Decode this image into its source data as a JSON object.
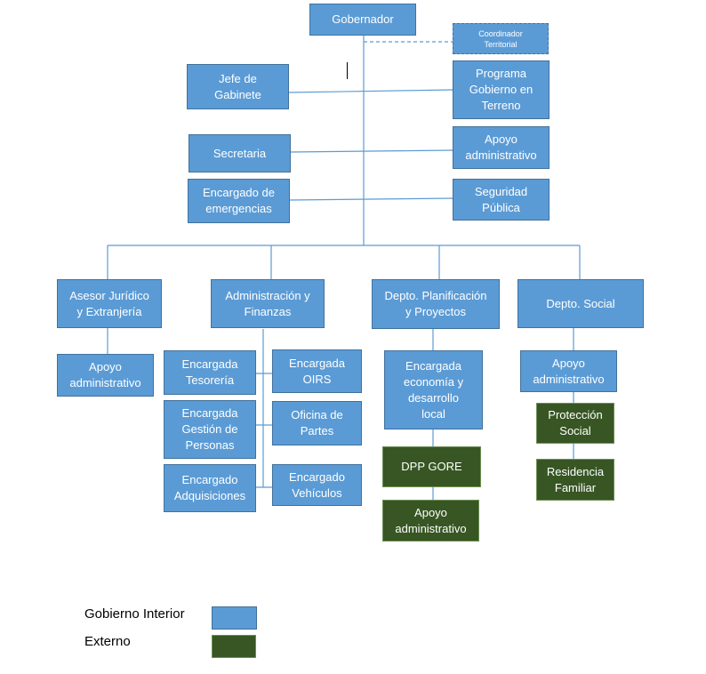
{
  "colors": {
    "interior": "#5b9bd5",
    "externo": "#375623",
    "line": "#5b9bd5"
  },
  "nodes": {
    "gobernador": "Gobernador",
    "coordinador": "Coordinador\nTerritorial",
    "jefe_gabinete": "Jefe de\nGabinete",
    "programa_gobierno": "Programa\nGobierno en\nTerreno",
    "secretaria": "Secretaria",
    "apoyo_admin_top": "Apoyo\nadministrativo",
    "encargado_emergencias": "Encargado de\nemergencias",
    "seguridad_publica": "Seguridad\nPública",
    "asesor_juridico": "Asesor Jurídico\ny Extranjería",
    "apoyo_admin_juridico": "Apoyo\nadministrativo",
    "administracion_finanzas": "Administración y\nFinanzas",
    "encargada_tesoreria": "Encargada\nTesorería",
    "encargada_oirs": "Encargada\nOIRS",
    "encargada_gestion_personas": "Encargada\nGestión de\nPersonas",
    "oficina_partes": "Oficina de\nPartes",
    "encargado_adquisiciones": "Encargado\nAdquisiciones",
    "encargado_vehiculos": "Encargado\nVehículos",
    "depto_planificacion": "Depto. Planificación\ny Proyectos",
    "encargada_economia": "Encargada\neconomía y\ndesarrollo\nlocal",
    "dpp_gore": "DPP GORE",
    "apoyo_admin_planificacion": "Apoyo\nadministrativo",
    "depto_social": "Depto. Social",
    "apoyo_admin_social": "Apoyo\nadministrativo",
    "proteccion_social": "Protección\nSocial",
    "residencia_familiar": "Residencia\nFamiliar"
  },
  "legend": [
    {
      "label": "Gobierno Interior",
      "color": "#5b9bd5"
    },
    {
      "label": "Externo",
      "color": "#375623"
    }
  ]
}
